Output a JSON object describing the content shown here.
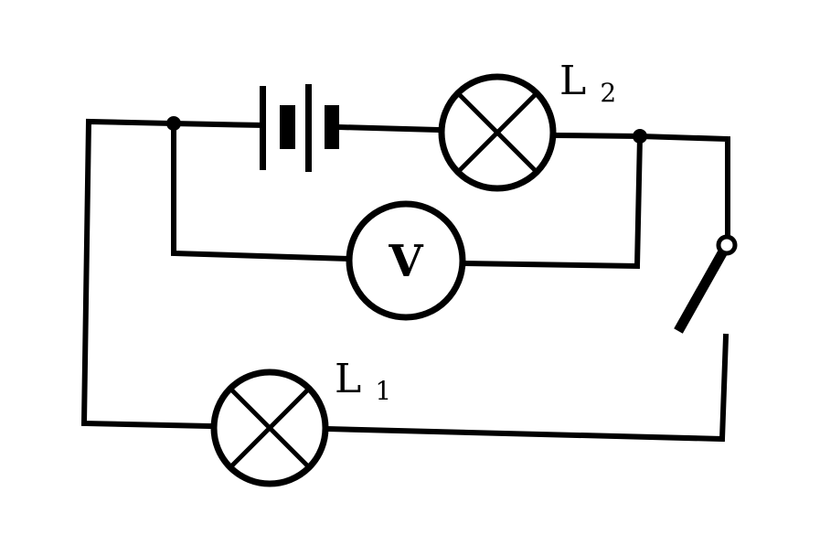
{
  "diagram": {
    "lamps": [
      {
        "label": "L",
        "subscript": "1"
      },
      {
        "label": "L",
        "subscript": "2"
      }
    ],
    "voltmeter": {
      "label": "V"
    },
    "colors": {
      "ink": "#000000",
      "background": "#ffffff"
    }
  }
}
